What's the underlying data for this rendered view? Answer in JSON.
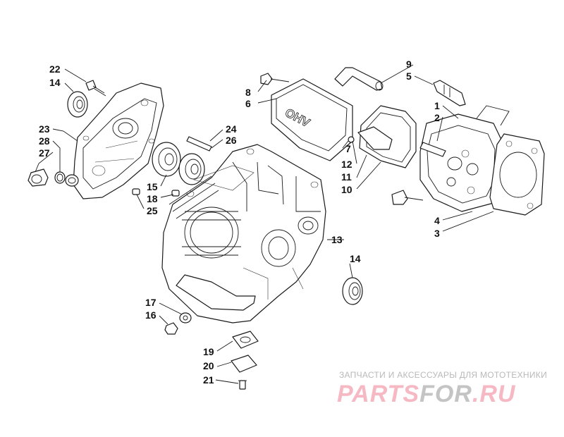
{
  "callouts": {
    "c1": "1",
    "c2": "2",
    "c3": "3",
    "c4": "4",
    "c5": "5",
    "c6": "6",
    "c7": "7",
    "c8": "8",
    "c9": "9",
    "c10": "10",
    "c11": "11",
    "c12": "12",
    "c13": "13",
    "c14a": "14",
    "c14b": "14",
    "c15": "15",
    "c16": "16",
    "c17": "17",
    "c18": "18",
    "c19": "19",
    "c20": "20",
    "c21": "21",
    "c22": "22",
    "c23": "23",
    "c24": "24",
    "c25": "25",
    "c26": "26",
    "c27": "27",
    "c28": "28"
  },
  "valve_cover_emboss": "OHV",
  "watermark": {
    "tagline": "ЗАПЧАСТИ И АКСЕССУАРЫ ДЛЯ МОТОТЕХНИКИ",
    "logo_a": "PARTS",
    "logo_b": "FOR",
    "logo_c": ".RU",
    "color_pink": "#f6b9c4",
    "color_grey": "#c4c4c4"
  }
}
